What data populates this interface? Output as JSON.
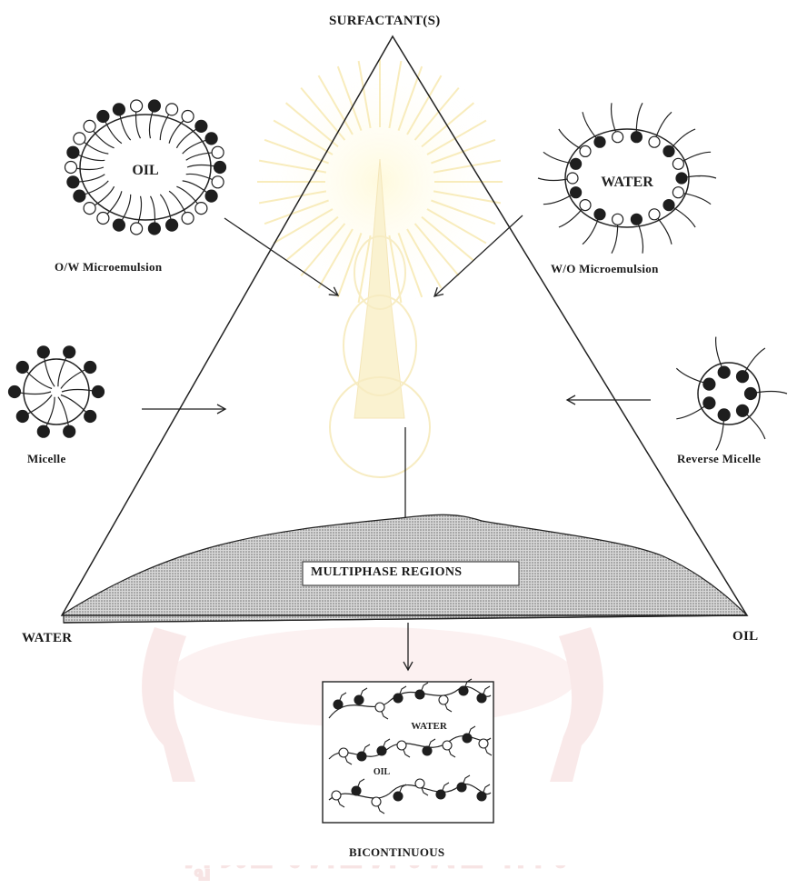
{
  "diagram": {
    "vertices": {
      "top": "SURFACTANT(S)",
      "left": "WATER",
      "right": "OIL"
    },
    "region_label": "MULTIPHASE REGIONS",
    "structures": {
      "ow_microemulsion": {
        "label": "O/W Microemulsion",
        "core": "OIL"
      },
      "wo_microemulsion": {
        "label": "W/O Microemulsion",
        "core": "WATER"
      },
      "micelle": {
        "label": "Micelle"
      },
      "reverse_micelle": {
        "label": "Reverse Micelle"
      },
      "bicontinuous": {
        "label": "BICONTINUOUS",
        "water": "WATER",
        "oil": "OIL"
      }
    },
    "watermark": "ศูนย์วิทยทรัพยากร"
  }
}
